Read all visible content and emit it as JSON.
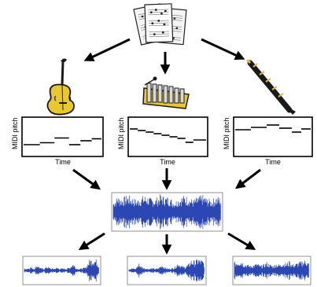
{
  "labels": {
    "pitch_axis": "MIDI pitch",
    "time_axis": "Time"
  },
  "colors": {
    "waveform": "#2b47b3",
    "violin_body": "#e8c82c",
    "violin_outline": "#1a1a1a",
    "xylophone_frame": "#e8c82c",
    "xylophone_bars": "#d8d8d8",
    "oboe_gold": "#e0b84a",
    "oboe_body": "#1a1a1a",
    "sheet": "#f2f2f2"
  },
  "icons": [
    "sheet-music-icon",
    "violin-icon",
    "xylophone-icon",
    "oboe-icon"
  ],
  "pianorolls": [
    {
      "instrument": "violin",
      "notes": [
        [
          0.02,
          0.22,
          0.3
        ],
        [
          0.22,
          0.4,
          0.35
        ],
        [
          0.4,
          0.58,
          0.47
        ],
        [
          0.58,
          0.72,
          0.3
        ],
        [
          0.72,
          0.86,
          0.4
        ],
        [
          0.86,
          0.98,
          0.45
        ]
      ]
    },
    {
      "instrument": "xylophone",
      "notes": [
        [
          0.02,
          0.12,
          0.7
        ],
        [
          0.12,
          0.22,
          0.66
        ],
        [
          0.22,
          0.32,
          0.62
        ],
        [
          0.32,
          0.42,
          0.58
        ],
        [
          0.42,
          0.52,
          0.54
        ],
        [
          0.52,
          0.62,
          0.5
        ],
        [
          0.62,
          0.72,
          0.46
        ],
        [
          0.72,
          0.82,
          0.36
        ],
        [
          0.82,
          0.98,
          0.42
        ]
      ]
    },
    {
      "instrument": "oboe",
      "notes": [
        [
          0.02,
          0.22,
          0.68
        ],
        [
          0.22,
          0.42,
          0.74
        ],
        [
          0.42,
          0.58,
          0.8
        ],
        [
          0.58,
          0.74,
          0.72
        ],
        [
          0.74,
          0.86,
          0.62
        ],
        [
          0.86,
          0.98,
          0.7
        ]
      ]
    }
  ],
  "waveforms": [
    {
      "id": "mixture",
      "envelope": [
        0.6,
        0.9,
        0.8,
        1.0,
        0.85,
        0.7,
        0.9,
        0.95,
        0.8,
        0.75,
        1.0,
        0.9,
        0.85,
        0.6,
        0.8,
        0.95,
        0.9,
        0.7,
        0.85,
        1.0,
        0.8,
        0.7,
        0.9,
        0.85
      ]
    },
    {
      "id": "source-violin",
      "envelope": [
        0.15,
        0.2,
        0.3,
        0.15,
        0.5,
        0.2,
        0.15,
        0.35,
        0.2,
        0.15,
        0.25,
        0.15,
        0.2,
        0.15,
        0.3,
        0.6,
        0.2,
        0.15,
        0.2,
        0.3,
        0.9,
        1.0,
        0.95,
        0.5
      ]
    },
    {
      "id": "source-xylophone",
      "envelope": [
        0.15,
        0.2,
        0.15,
        0.6,
        0.3,
        0.2,
        0.15,
        0.2,
        0.15,
        0.2,
        0.5,
        0.25,
        0.15,
        0.2,
        0.3,
        0.7,
        0.4,
        0.3,
        0.5,
        0.9,
        0.8,
        1.0,
        0.9,
        0.7
      ]
    },
    {
      "id": "source-oboe",
      "envelope": [
        0.7,
        0.8,
        0.9,
        0.6,
        0.5,
        0.4,
        0.5,
        0.6,
        0.4,
        0.5,
        0.7,
        0.5,
        0.4,
        0.6,
        0.5,
        0.7,
        0.6,
        0.8,
        0.5,
        0.6,
        0.7,
        0.8,
        0.9,
        0.6
      ]
    }
  ]
}
